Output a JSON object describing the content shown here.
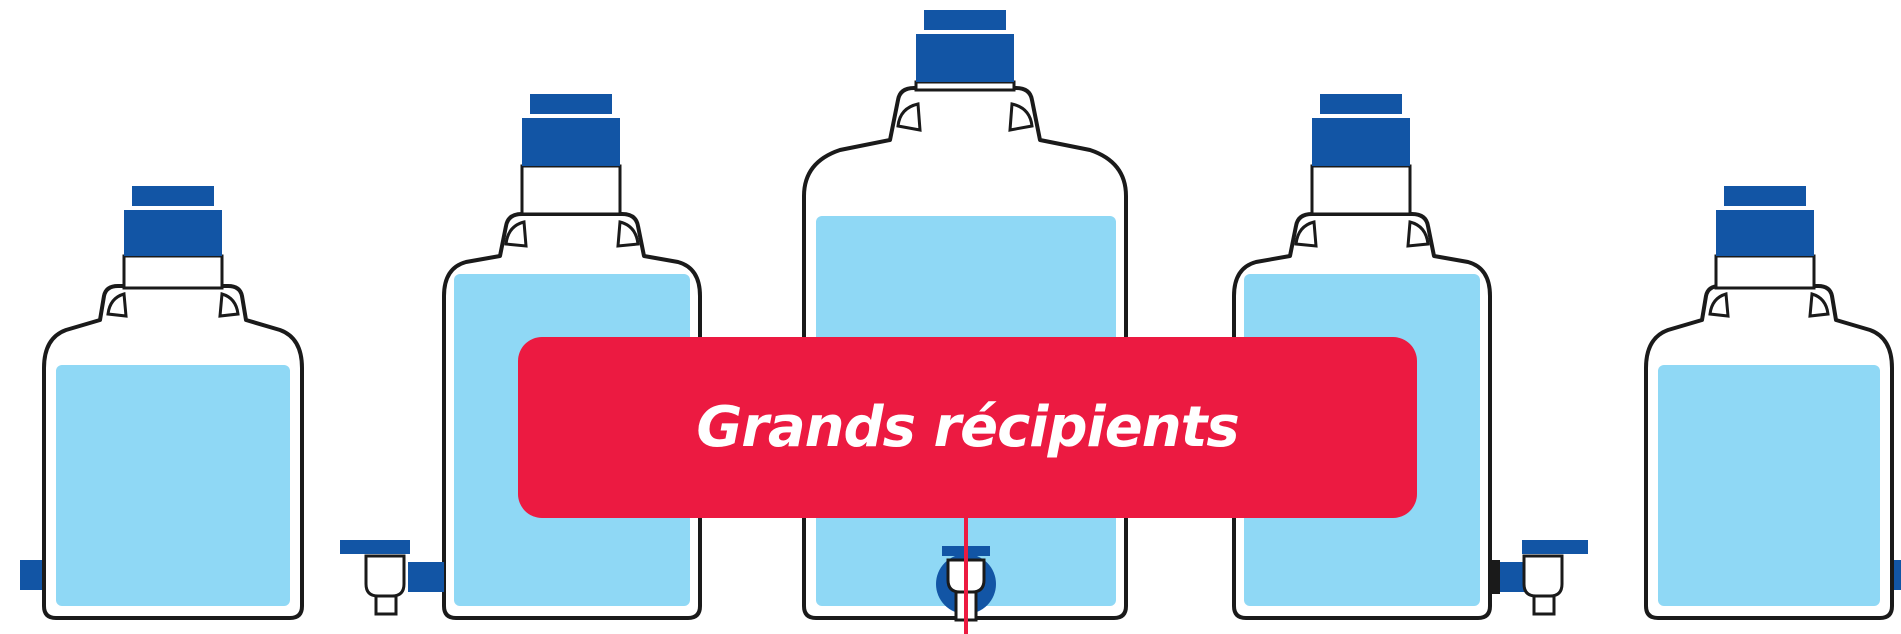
{
  "banner": {
    "label": "Grands récipients"
  },
  "colors": {
    "cap": "#1255a5",
    "liquid": "#8fd8f5",
    "outline": "#1a1a1a",
    "banner": "#ec1a41",
    "pointer_line": "#ec1a41",
    "background": "#ffffff"
  },
  "illustration": {
    "subject": "five carboy containers with blue caps",
    "containers": [
      {
        "id": "small-left",
        "cap_icon": "cap-icon",
        "has_spigot": false
      },
      {
        "id": "medium-left",
        "cap_icon": "cap-icon",
        "has_spigot": true,
        "spigot_side": "left"
      },
      {
        "id": "large-center",
        "cap_icon": "cap-icon",
        "has_spigot": true,
        "spigot_side": "bottom"
      },
      {
        "id": "medium-right",
        "cap_icon": "cap-icon",
        "has_spigot": true,
        "spigot_side": "right"
      },
      {
        "id": "small-right",
        "cap_icon": "cap-icon",
        "has_spigot": false
      }
    ]
  }
}
